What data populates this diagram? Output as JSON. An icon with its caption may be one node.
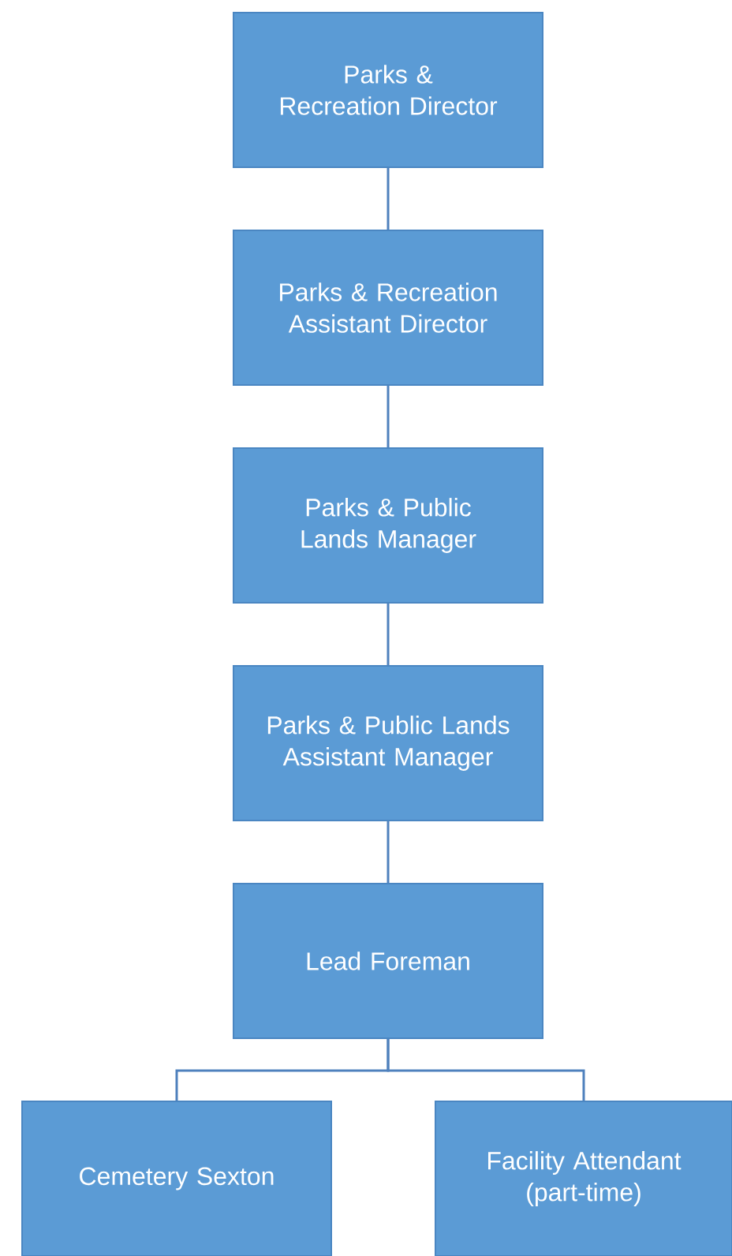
{
  "diagram": {
    "nodes": [
      {
        "text": [
          "Parks & Recreation Director"
        ]
      },
      {
        "text": [
          "Parks & Recreation Assistant Director"
        ]
      },
      {
        "text": [
          "Parks & Public Lands Manager"
        ]
      },
      {
        "text": [
          "Parks & Public Lands Assistant Manager"
        ]
      },
      {
        "text": [
          "Lead Foreman"
        ]
      },
      {
        "text": [
          "Cemetery Sexton"
        ]
      },
      {
        "text": [
          "Facility Attendant (part-time)"
        ]
      }
    ],
    "edges": [
      {
        "from": 0,
        "to": 1,
        "arrow": "none"
      },
      {
        "from": 1,
        "to": 2,
        "arrow": "none"
      },
      {
        "from": 2,
        "to": 3,
        "arrow": "none"
      },
      {
        "from": 3,
        "to": 4,
        "arrow": "none"
      },
      {
        "from": 4,
        "to": 5,
        "arrow": "none"
      },
      {
        "from": 4,
        "to": 6,
        "arrow": "none"
      }
    ]
  }
}
